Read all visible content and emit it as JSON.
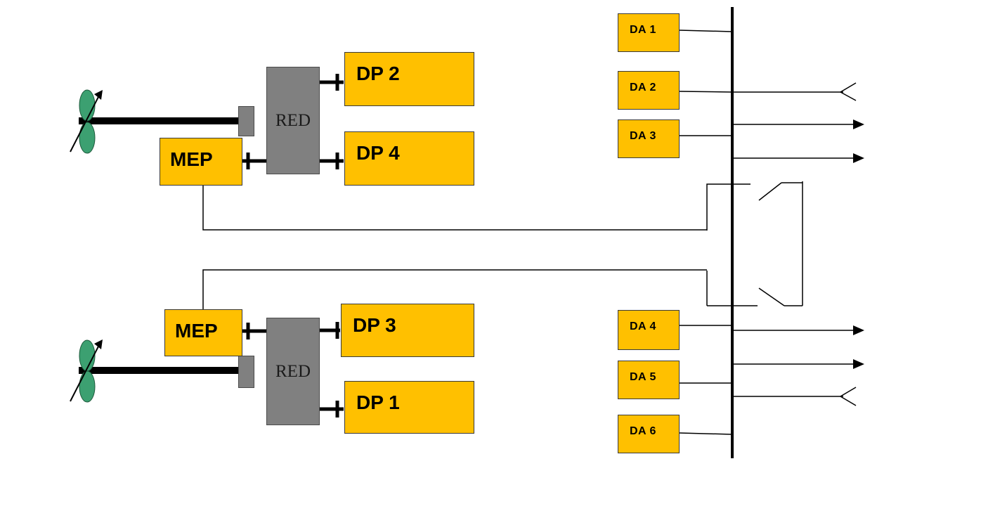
{
  "colors": {
    "box_fill": "#FFC000",
    "gearbox_fill": "#808080",
    "propeller_fill": "#3CA071",
    "line": "#000000",
    "background": "#FFFFFF"
  },
  "propulsion": {
    "upper": {
      "gearbox_label": "RED",
      "motor_label": "MEP",
      "generator_top_label": "DP 2",
      "generator_bottom_label": "DP 4"
    },
    "lower": {
      "gearbox_label": "RED",
      "motor_label": "MEP",
      "generator_top_label": "DP 3",
      "generator_bottom_label": "DP 1"
    }
  },
  "auxiliary_generators": [
    "DA 1",
    "DA 2",
    "DA 3",
    "DA 4",
    "DA 5",
    "DA 6"
  ]
}
